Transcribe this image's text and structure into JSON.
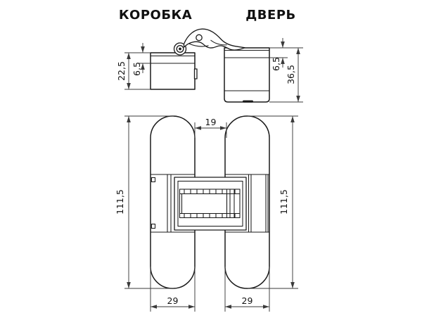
{
  "labels": {
    "frame": "КОРОБКА",
    "door": "ДВЕРЬ"
  },
  "top_view": {
    "frame_total_depth": "22,5",
    "frame_flange_offset": "6,5",
    "door_flange_offset": "6,5",
    "door_total_depth": "36,5"
  },
  "front_view": {
    "center_gap": "19",
    "left_body_height": "111,5",
    "right_body_height": "111,5",
    "left_body_width": "29",
    "right_body_width": "29"
  },
  "colors": {
    "line": "#1a1a1a",
    "dimension": "#3a3a3a",
    "background": "#ffffff"
  }
}
